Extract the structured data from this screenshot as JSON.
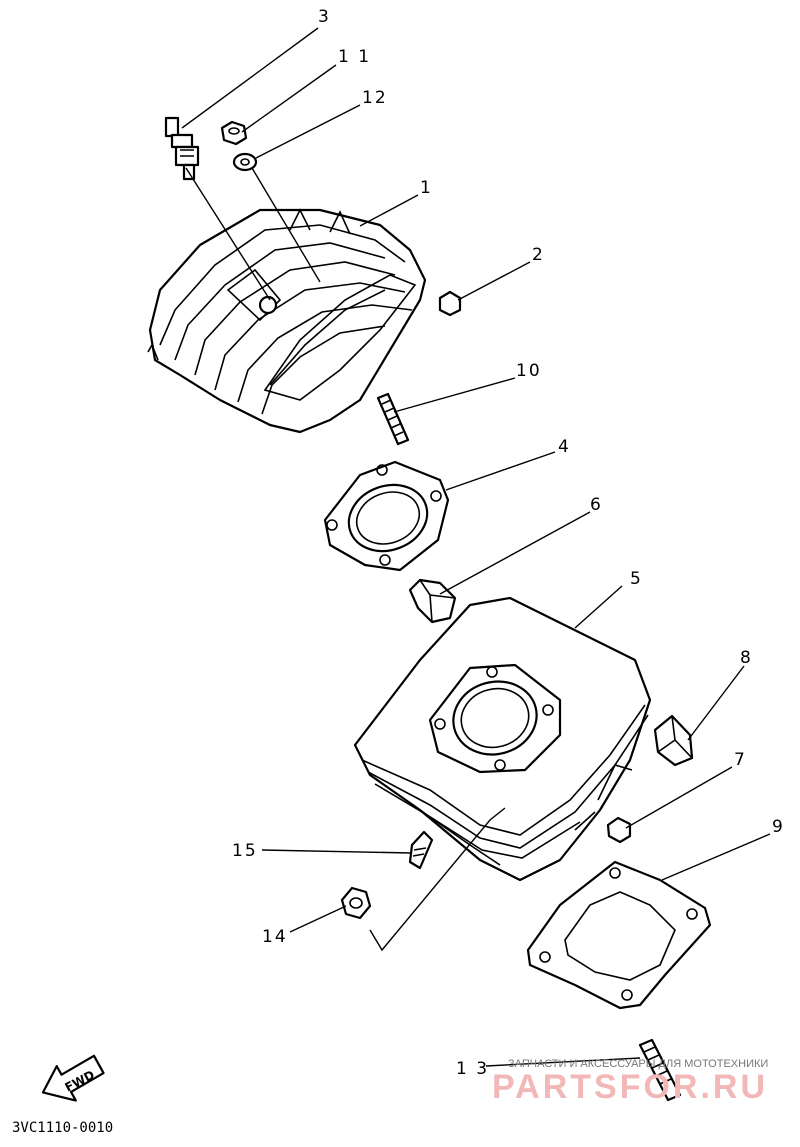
{
  "callouts": {
    "n1": "1",
    "n2": "2",
    "n3": "3",
    "n4": "4",
    "n5": "5",
    "n6": "6",
    "n7": "7",
    "n8": "8",
    "n9": "9",
    "n10": "10",
    "n11": "1 1",
    "n12": "12",
    "n13": "1 3",
    "n14": "14",
    "n15": "15"
  },
  "fwd_label": "FWD",
  "diagram_code": "3VC1110-0010",
  "watermark": {
    "line": "ЗАПЧАСТИ И АКСЕССУАРЫ ДЛЯ МОТОТЕХНИКИ",
    "brand": "PARTSFOR.RU"
  }
}
